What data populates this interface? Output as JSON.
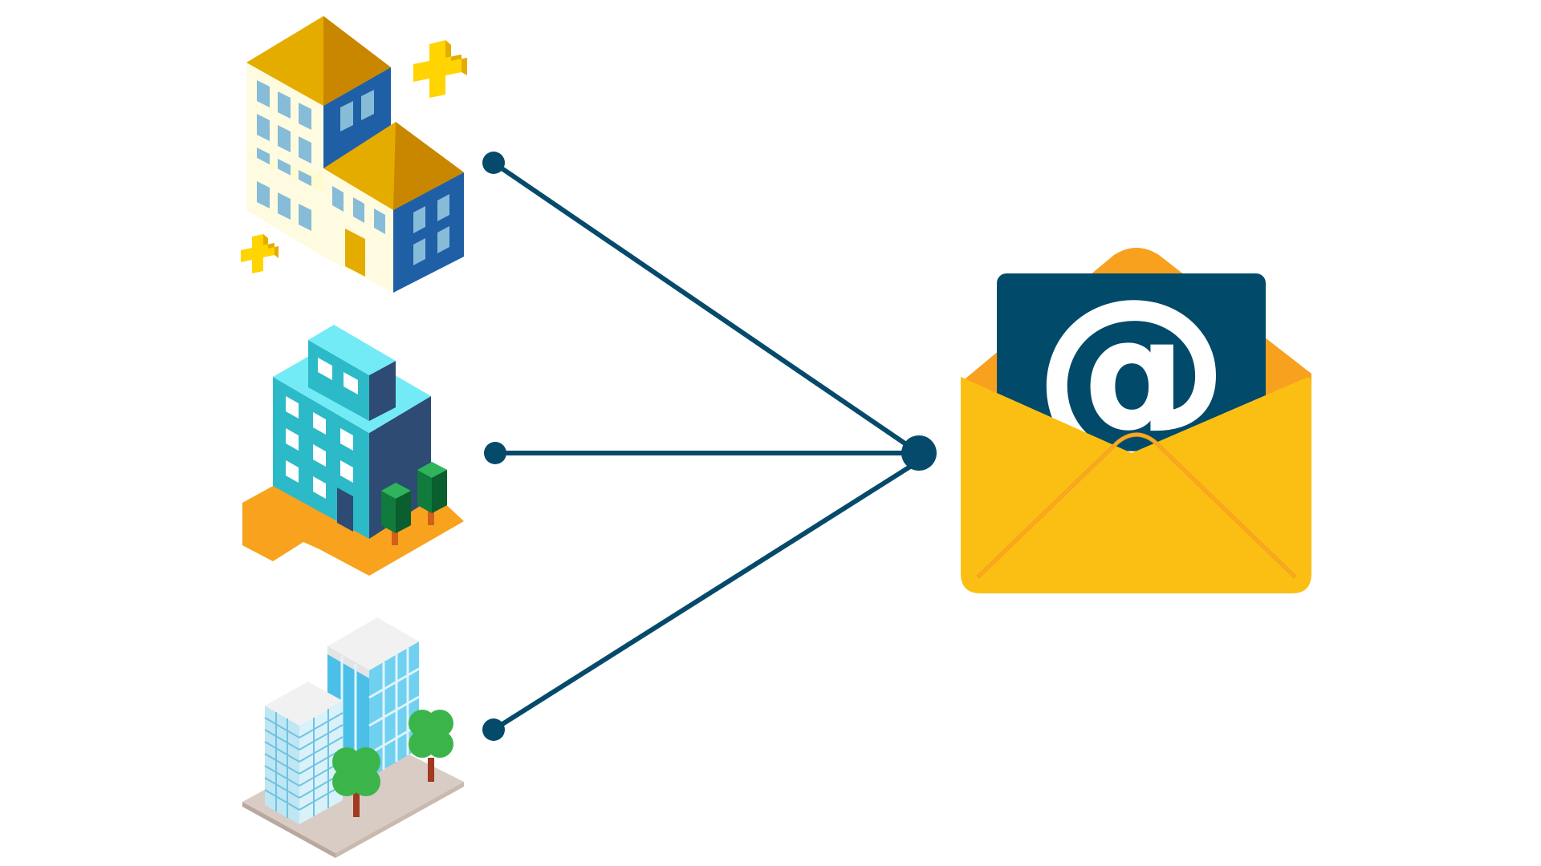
{
  "diagram": {
    "kind": "many-to-one connection",
    "sources": [
      {
        "id": "hospital",
        "icon": "hospital-building-icon"
      },
      {
        "id": "office",
        "icon": "office-building-icon"
      },
      {
        "id": "city",
        "icon": "city-buildings-icon"
      }
    ],
    "target": {
      "id": "email",
      "icon": "email-envelope-icon",
      "symbol": "@"
    },
    "colors": {
      "connector": "#064a6b",
      "envelope": "#fbbf14",
      "envelope_flap": "#f7a11f",
      "letter": "#024a6a",
      "hospital_roof": "#e5ac00",
      "hospital_wall": "#fefbe0",
      "hospital_side": "#1f5fa6",
      "office_front": "#2cbac8",
      "office_side": "#2e4b73",
      "city_glass": "#6fd0f0",
      "tree": "#3bb54a"
    }
  }
}
